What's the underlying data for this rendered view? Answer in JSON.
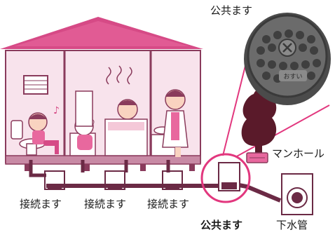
{
  "labels": {
    "public_basin_top": "公共ます",
    "manhole": "マンホール",
    "connection_1": "接続ます",
    "connection_2": "接続ます",
    "connection_3": "接続ます",
    "public_basin_bottom": "公共ます",
    "sewer_pipe": "下水管",
    "cover_text": "おすい"
  },
  "colors": {
    "roof": "#d64a86",
    "wall": "#f6dbe6",
    "wall_outline": "#8a3b5c",
    "pipe": "#6b2a45",
    "highlight_circle": "#e2377e",
    "cover": "#5a5a5a",
    "tree": "#5a1a2a"
  }
}
